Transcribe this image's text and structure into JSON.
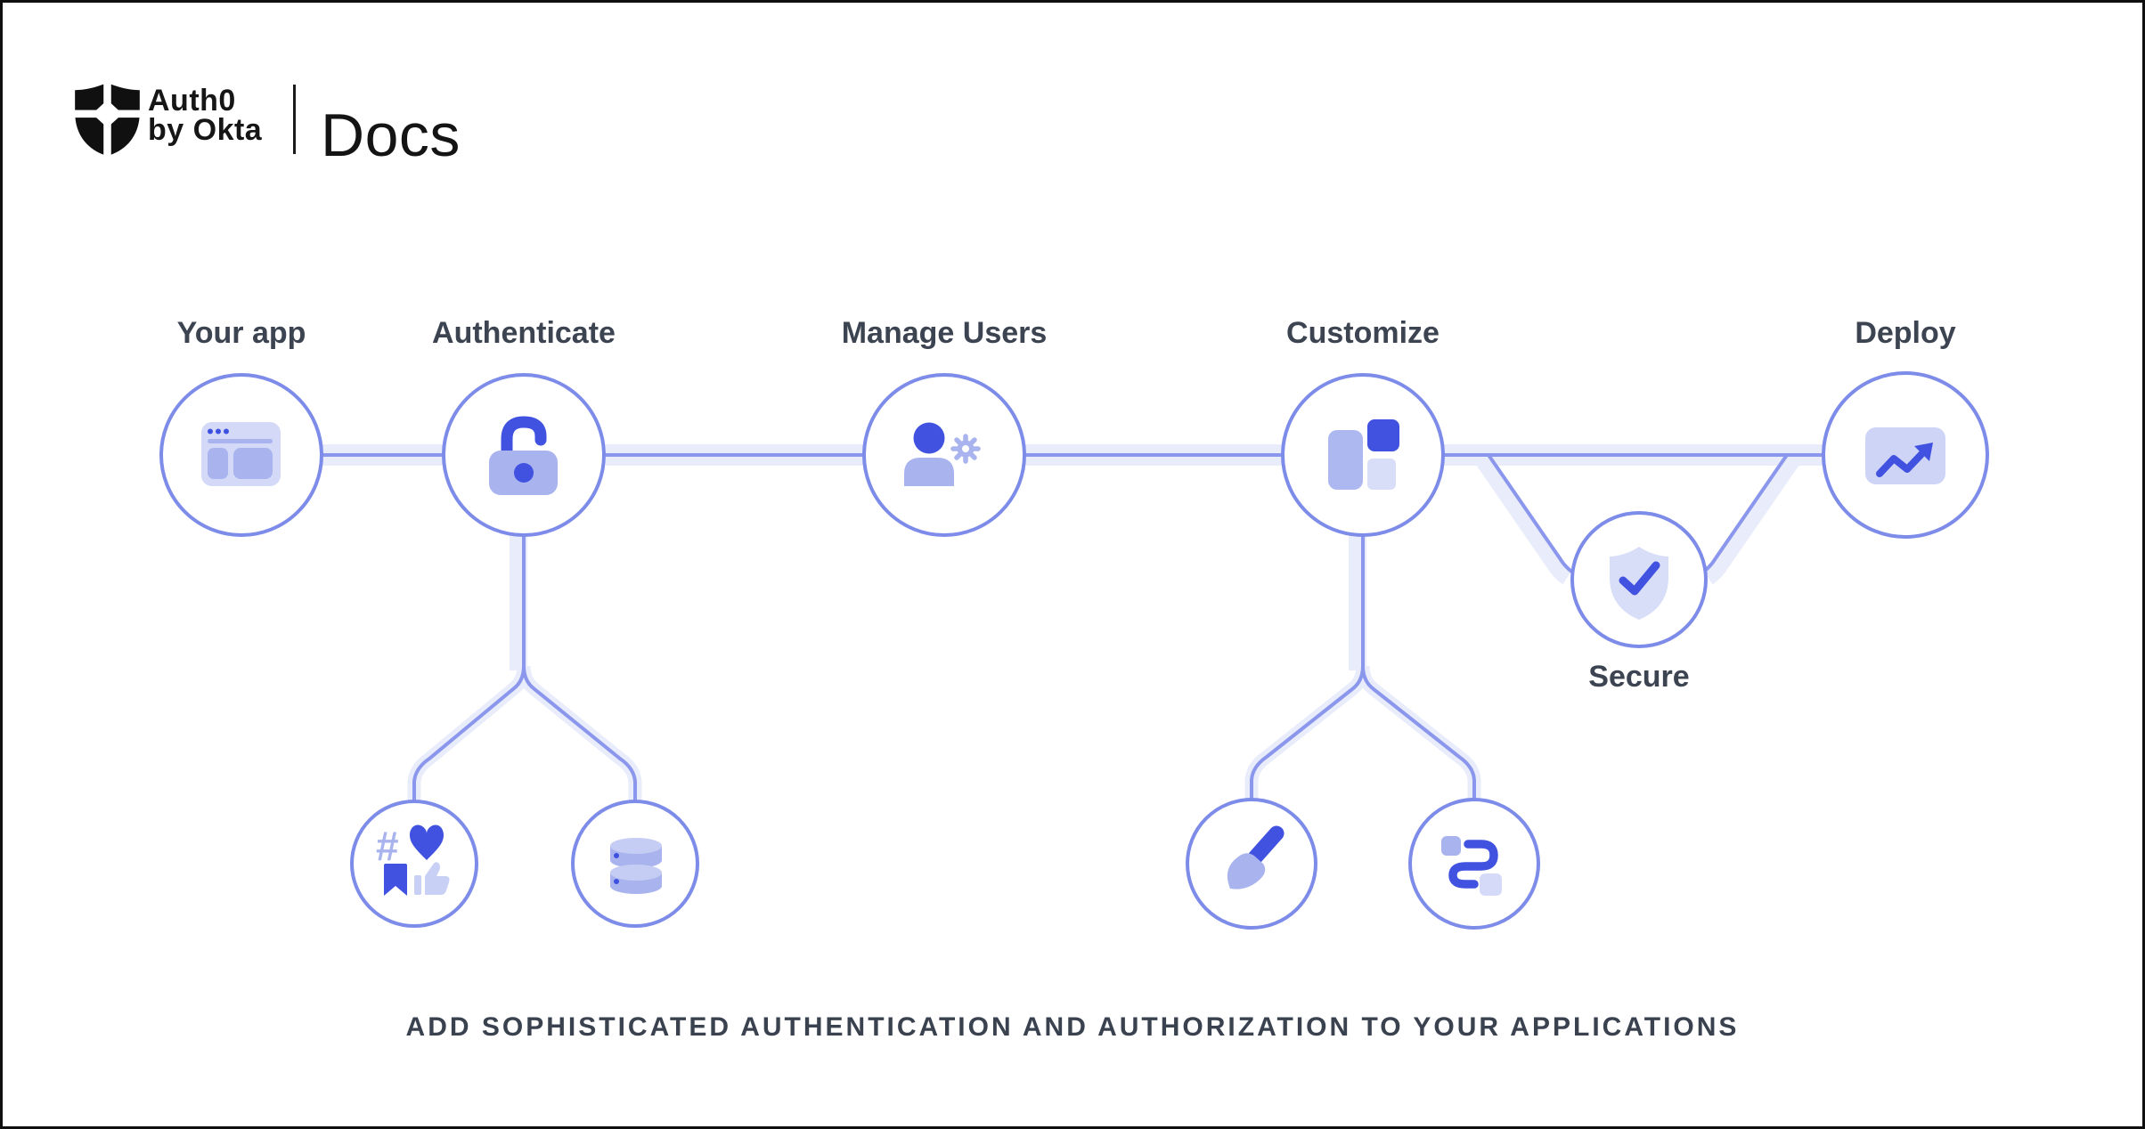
{
  "header": {
    "brand_line1": "Auth0",
    "brand_line2": "by Okta",
    "product": "Docs"
  },
  "diagram": {
    "nodes": [
      {
        "id": "your-app",
        "label": "Your app",
        "icon": "browser-window-icon"
      },
      {
        "id": "authenticate",
        "label": "Authenticate",
        "icon": "open-padlock-icon"
      },
      {
        "id": "manage-users",
        "label": "Manage Users",
        "icon": "user-gear-icon"
      },
      {
        "id": "customize",
        "label": "Customize",
        "icon": "layout-blocks-icon"
      },
      {
        "id": "secure",
        "label": "Secure",
        "icon": "shield-check-icon"
      },
      {
        "id": "deploy",
        "label": "Deploy",
        "icon": "trending-up-icon"
      }
    ],
    "subnodes": [
      {
        "parent": "authenticate",
        "icon": "social-reactions-icon"
      },
      {
        "parent": "authenticate",
        "icon": "database-icon"
      },
      {
        "parent": "customize",
        "icon": "paintbrush-icon"
      },
      {
        "parent": "customize",
        "icon": "flow-path-icon"
      }
    ],
    "glyphs": {
      "hash": "#"
    }
  },
  "tagline": "ADD SOPHISTICATED AUTHENTICATION AND AUTHORIZATION TO YOUR APPLICATIONS",
  "colors": {
    "accent_blue": "#4152E1",
    "periwinkle": "#A9B4EF",
    "periwinkle_light": "#C9D0F5",
    "periwinkle_faint": "#D9DEF8",
    "circle_stroke": "#7D8BE9",
    "connector_line": "#8A97EC",
    "connector_band": "#E9ECFA",
    "label_text": "#3D4451",
    "logo_black": "#141414"
  }
}
